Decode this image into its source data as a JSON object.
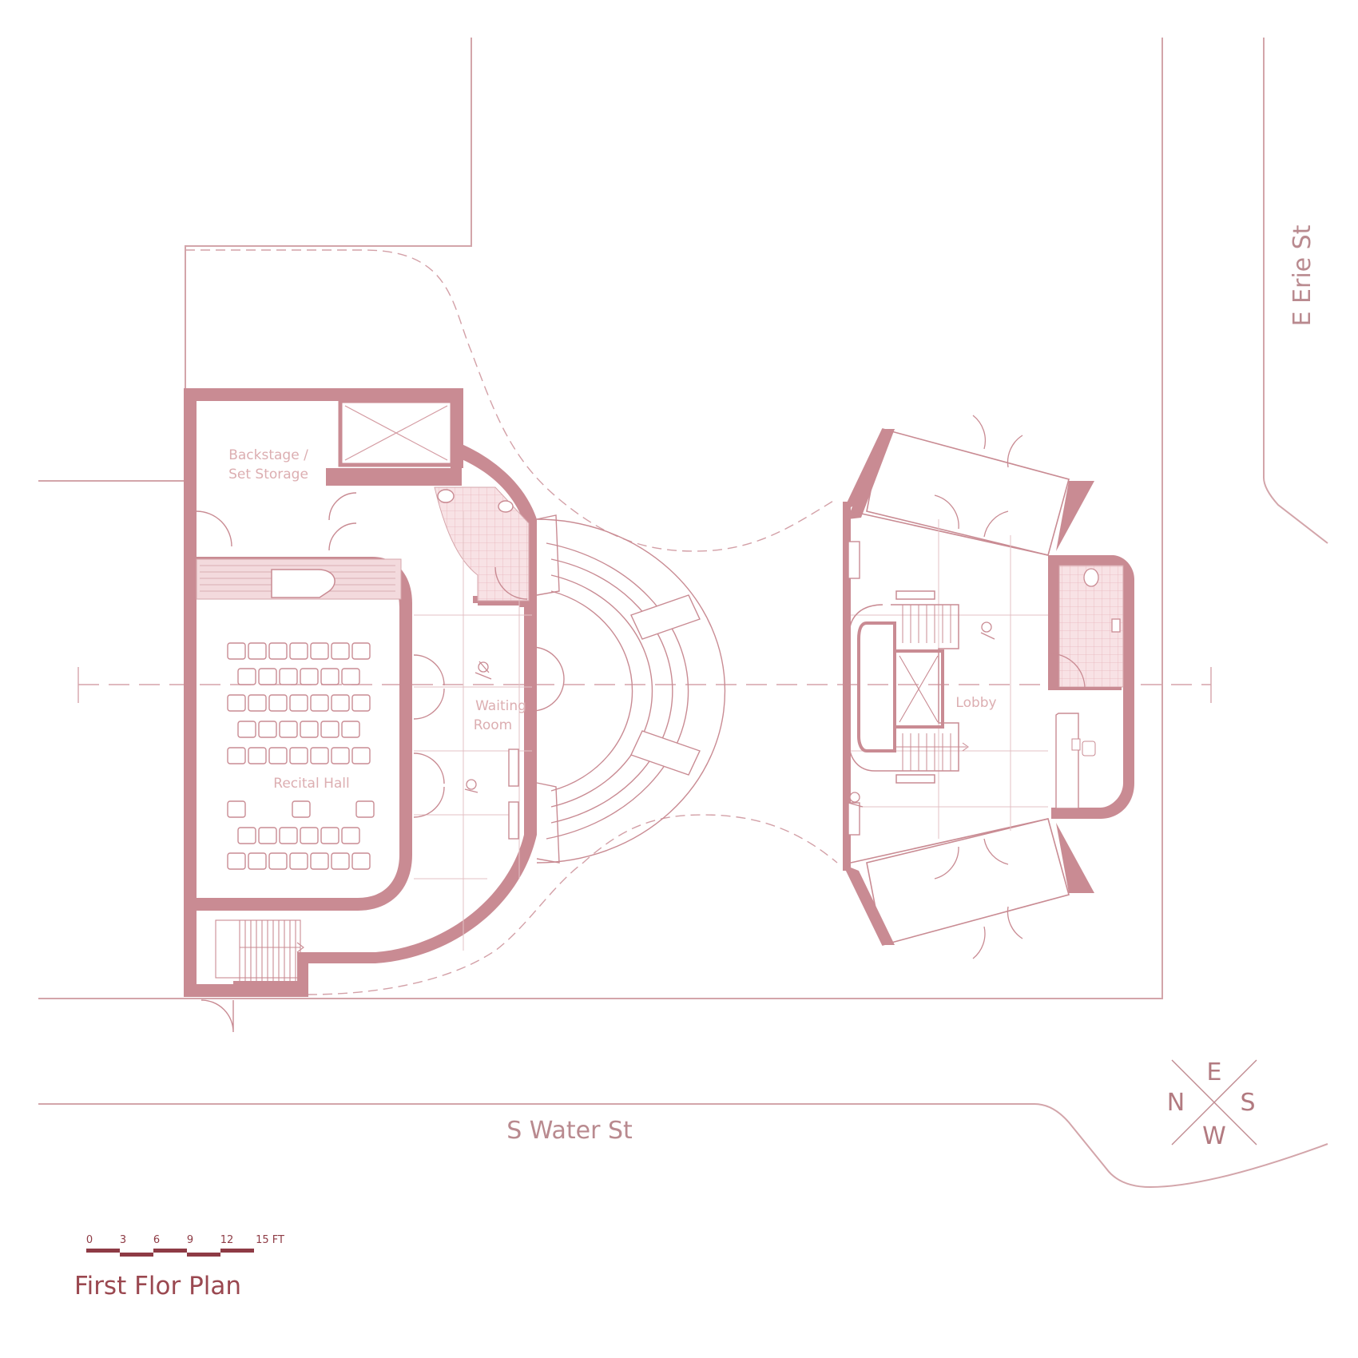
{
  "title": "First Flor Plan",
  "streets": {
    "south": "S Water St",
    "east": "E Erie St"
  },
  "rooms": {
    "backstage_line1": "Backstage /",
    "backstage_line2": "Set Storage",
    "waiting_line1": "Waiting",
    "waiting_line2": "Room",
    "recital": "Recital Hall",
    "lobby": "Lobby"
  },
  "compass": {
    "n": "N",
    "e": "E",
    "s": "S",
    "w": "W"
  },
  "scale": {
    "ticks": [
      "0",
      "3",
      "6",
      "9",
      "12"
    ],
    "last": "15 FT"
  },
  "colors": {
    "wall": "#c98b93",
    "line": "#d6a7ac",
    "thin": "#e0b9bd",
    "tile": "#f7dfe2",
    "title": "#9a4850",
    "scale": "#8e3b45"
  }
}
